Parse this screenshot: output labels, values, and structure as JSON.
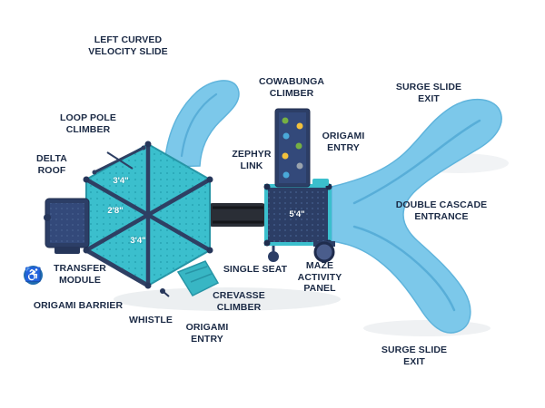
{
  "colors": {
    "deck_teal": "#3bbfcd",
    "slide_blue": "#7cc8ea",
    "structure_navy": "#2c3e66",
    "link_dark": "#2a2e36",
    "label_text": "#1b2a45",
    "accessible_blue": "#1f6cb0"
  },
  "labels": [
    {
      "id": "left-curved-velocity-slide",
      "text": "LEFT CURVED VELOCITY SLIDE"
    },
    {
      "id": "cowabunga-climber",
      "text": "COWABUNGA CLIMBER"
    },
    {
      "id": "surge-slide-exit-top",
      "text": "SURGE SLIDE EXIT"
    },
    {
      "id": "loop-pole-climber",
      "text": "LOOP POLE CLIMBER"
    },
    {
      "id": "delta-roof",
      "text": "DELTA ROOF"
    },
    {
      "id": "zephyr-link",
      "text": "ZEPHYR LINK"
    },
    {
      "id": "origami-entry-upper",
      "text": "ORIGAMI ENTRY"
    },
    {
      "id": "double-cascade-entrance",
      "text": "DOUBLE CASCADE ENTRANCE"
    },
    {
      "id": "transfer-module",
      "text": "TRANSFER MODULE"
    },
    {
      "id": "origami-barrier",
      "text": "ORIGAMI BARRIER"
    },
    {
      "id": "whistle",
      "text": "WHISTLE"
    },
    {
      "id": "single-seat",
      "text": "SINGLE SEAT"
    },
    {
      "id": "crevasse-climber",
      "text": "CREVASSE CLIMBER"
    },
    {
      "id": "origami-entry-lower",
      "text": "ORIGAMI ENTRY"
    },
    {
      "id": "maze-activity-panel",
      "text": "MAZE ACTIVITY PANEL"
    },
    {
      "id": "surge-slide-exit-bottom",
      "text": "SURGE SLIDE EXIT"
    }
  ],
  "measurements": [
    {
      "id": "hex-deck-upper",
      "text": "3'4\""
    },
    {
      "id": "hex-deck-middle",
      "text": "2'8\""
    },
    {
      "id": "hex-deck-lower",
      "text": "3'4\""
    },
    {
      "id": "square-deck",
      "text": "5'4\""
    }
  ],
  "icons": {
    "accessible": "♿"
  }
}
